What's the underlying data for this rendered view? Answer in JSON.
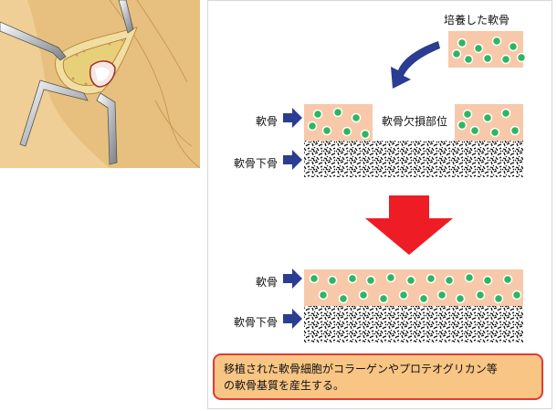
{
  "labels": {
    "cultured_cartilage": "培養した軟骨",
    "cartilage_before": "軟骨",
    "subchondral_before": "軟骨下骨",
    "defect_site": "軟骨欠損部位",
    "cartilage_after": "軟骨",
    "subchondral_after": "軟骨下骨"
  },
  "caption": {
    "line1": "移植された軟骨細胞がコラーゲンやプロテオグリカン等",
    "line2": "の軟骨基質を産生する。"
  },
  "colors": {
    "cartilage_fill": "#f7c9aa",
    "cell_fill": "#2fb561",
    "arrow_blue": "#2a3d93",
    "arrow_red": "#ee1c24",
    "caption_border": "#e23a33",
    "caption_fill": "#f8c585"
  }
}
